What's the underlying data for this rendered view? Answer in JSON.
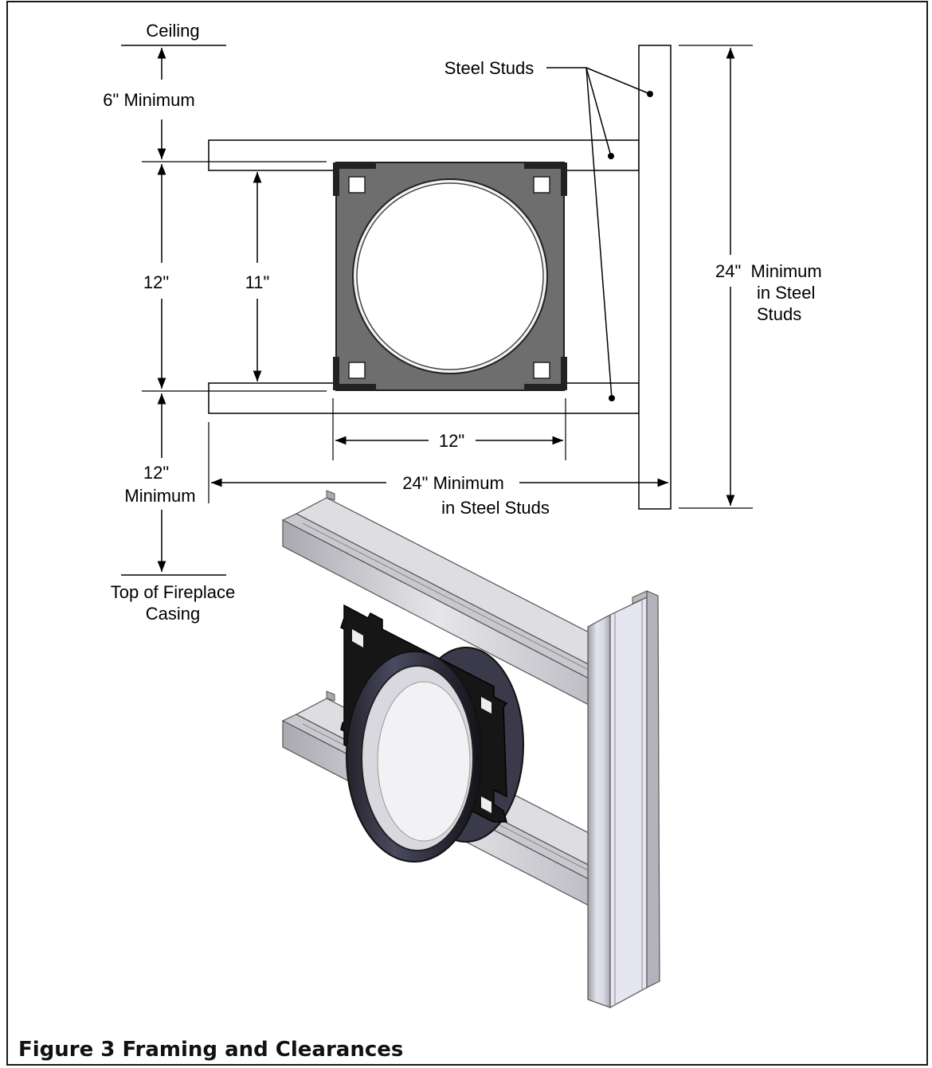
{
  "labels": {
    "ceiling": "Ceiling",
    "six_min": "6\" Minimum",
    "steel_studs": "Steel Studs",
    "twelve_left": "12\"",
    "eleven": "11\"",
    "twelve_bottom": "12\"",
    "twelve_min_top": "12\"",
    "twelve_min_bottom": "Minimum",
    "horiz_min_top": "24\" Minimum",
    "horiz_min_bottom": "in Steel Studs",
    "vert_min_line1": "24\"  Minimum",
    "vert_min_line2": "in Steel",
    "vert_min_line3": "Studs",
    "top_casing_line1": "Top of Fireplace",
    "top_casing_line2": "Casing"
  },
  "caption": "Figure 3 Framing and Clearances",
  "colors": {
    "plate": "#6f6f6f",
    "plate_dark": "#2b2b2b",
    "stud_light": "#d4d4d8",
    "stud_mid": "#b9b9bf",
    "stud_shadow": "#8e8e94",
    "collar": "#1b1b24",
    "collar_shade": "#4b4b5e",
    "border": "#1a1a1a"
  }
}
